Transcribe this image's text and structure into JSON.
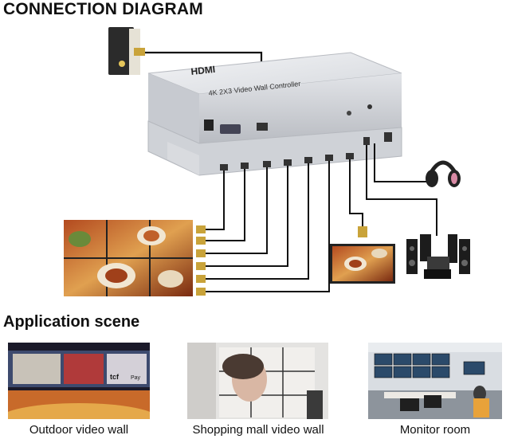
{
  "headings": {
    "connection": "CONNECTION DIAGRAM",
    "application": "Application scene"
  },
  "device": {
    "brand_logo": "HDMI",
    "model": "4K 2X3 Video Wall Controller"
  },
  "scenes": [
    {
      "caption": "Outdoor video wall"
    },
    {
      "caption": "Shopping mall video wall"
    },
    {
      "caption": "Monitor room"
    }
  ],
  "scene_signage": {
    "outdoor_brand": "tcf",
    "outdoor_pay": "Pay"
  },
  "colors": {
    "cable": "#111111",
    "device_body": "#d9dbdf",
    "device_top": "#eceef1",
    "connector_gold": "#c9a33a",
    "headphone_pink": "#d98aa5"
  },
  "icons": [
    "hdmi-source-box-icon",
    "video-wall-icon",
    "monitor-icon",
    "speaker-system-icon",
    "headphones-icon"
  ]
}
